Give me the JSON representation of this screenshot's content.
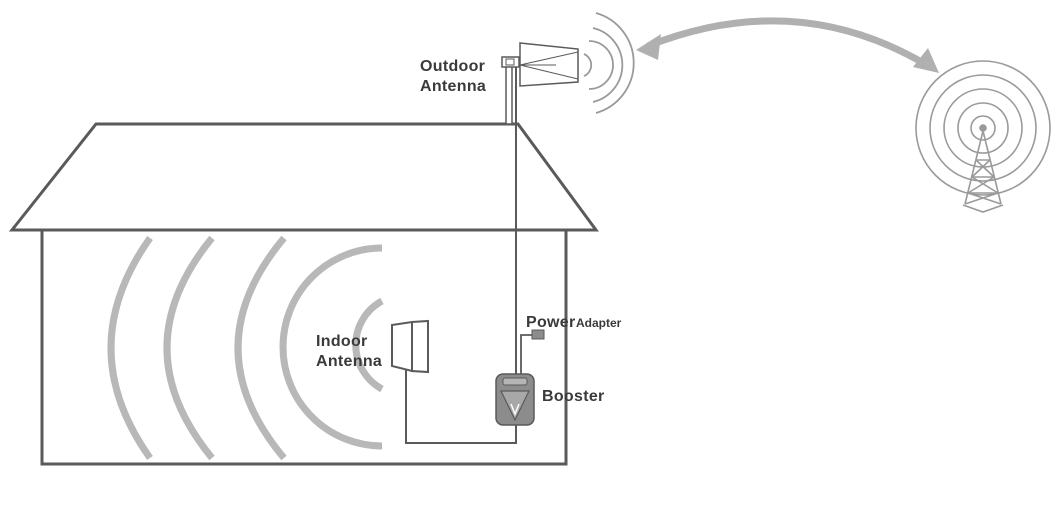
{
  "labels": {
    "outdoor_antenna": [
      "Outdoor",
      "Antenna"
    ],
    "indoor_antenna": [
      "Indoor",
      "Antenna"
    ],
    "power_adapter_main": "Power",
    "power_adapter_sub": "Adapter",
    "booster": "Booster"
  },
  "colors": {
    "line": "#5a5a5a",
    "wave_indoor": "#b8b8b8",
    "wave_outdoor": "#9a9a9a",
    "arrow": "#b0b0b0",
    "booster_body": "#8c8c8c",
    "label": "#3a3a3a"
  },
  "icons": {
    "outdoor_antenna": "panel-antenna-icon",
    "indoor_antenna": "indoor-panel-antenna-icon",
    "booster": "signal-booster-icon",
    "power_adapter": "power-plug-icon",
    "tower": "cell-tower-icon"
  }
}
